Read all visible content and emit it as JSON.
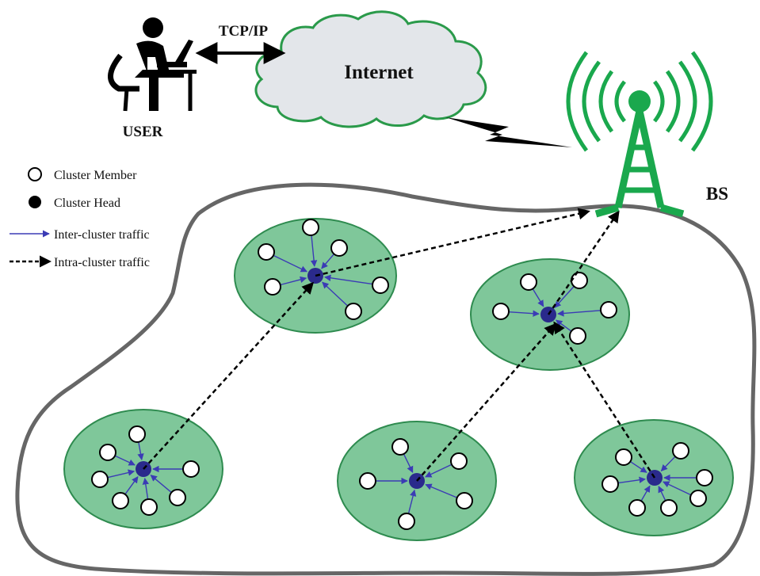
{
  "labels": {
    "user": "USER",
    "protocol": "TCP/IP",
    "internet": "Internet",
    "base_station": "BS"
  },
  "legend": {
    "cluster_member": "Cluster Member",
    "cluster_head": "Cluster Head",
    "inter_cluster": "Inter-cluster traffic",
    "intra_cluster": "Intra-cluster traffic"
  },
  "colors": {
    "cluster_fill": "#7fc79a",
    "cluster_stroke": "#2e8b4f",
    "cluster_head": "#2a2a8c",
    "member_arrow": "#3b3bb5",
    "tower": "#1aa84d",
    "cloud_fill": "#e3e6ea",
    "cloud_stroke": "#2a9a4a",
    "boundary": "#666666"
  },
  "icons": [
    "user-at-laptop-icon",
    "cloud-icon",
    "lightning-bolt-icon",
    "radio-tower-icon"
  ]
}
